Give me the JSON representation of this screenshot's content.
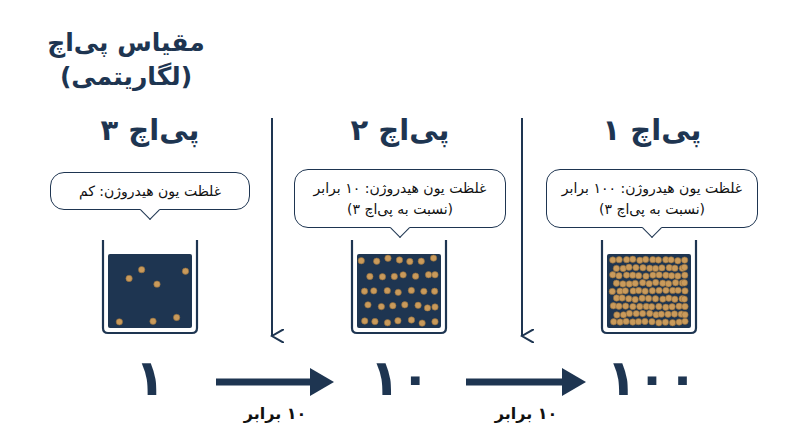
{
  "diagram": {
    "title": "مقیاس پی‌اچ (لگاریتمی)",
    "nodes": [
      {
        "text": [
          "پی‌اچ ۳",
          "غلظت یون هیدروژن: کم"
        ]
      },
      {
        "text": [
          "پی‌اچ ۲",
          "غلظت یون هیدروژن: ۱۰ برابر (نسبت به پی‌اچ ۳)"
        ]
      },
      {
        "text": [
          "پی‌اچ ۱",
          "غلظت یون هیدروژن: ۱۰۰ برابر (نسبت به پی‌اچ ۳)"
        ]
      },
      {
        "text": [
          "۱"
        ]
      },
      {
        "text": [
          "۱۰"
        ]
      },
      {
        "text": [
          "۱۰۰"
        ]
      }
    ],
    "edges": [
      {
        "from": 3,
        "to": 4,
        "arrow": "to",
        "label": "۱۰ برابر"
      },
      {
        "from": 4,
        "to": 5,
        "arrow": "to",
        "label": "۱۰ برابر"
      }
    ]
  }
}
